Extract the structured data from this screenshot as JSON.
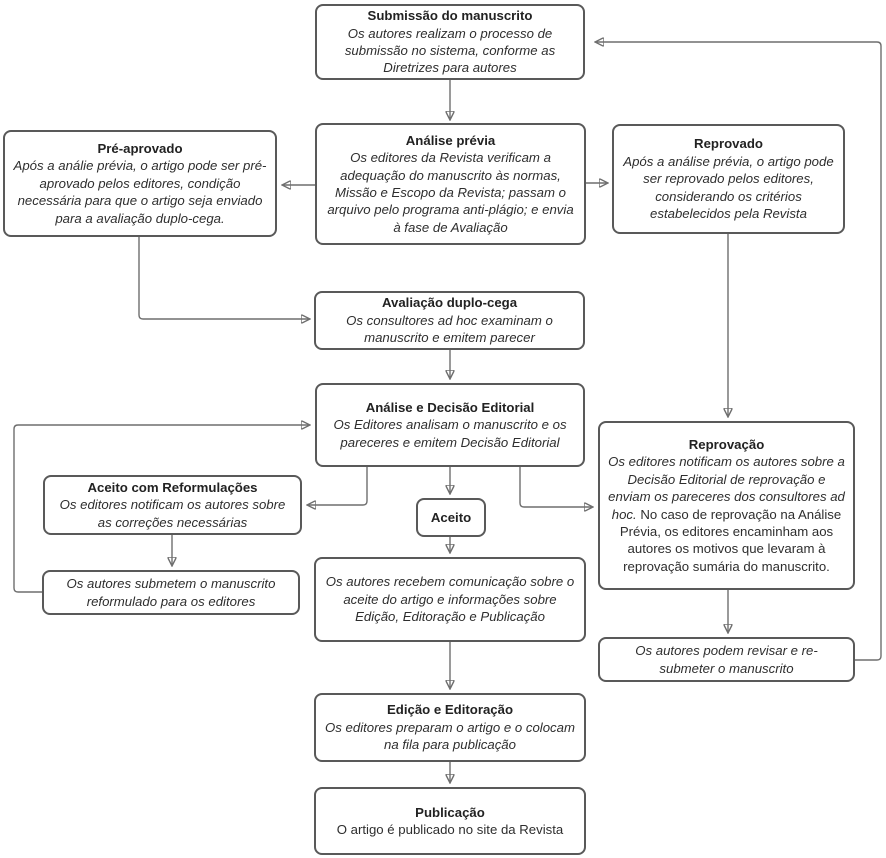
{
  "diagram": {
    "type": "flowchart",
    "language": "pt-BR",
    "colors": {
      "box_border": "#595959",
      "box_fill": "#ffffff",
      "connector": "#6e6e6e",
      "arrowhead": "#4d4d4d",
      "title_text": "#222222",
      "body_text": "#2e2e2e"
    },
    "nodes": {
      "submissao": {
        "title": "Submissão do manuscrito",
        "body": "Os autores realizam o processo de submissão no sistema, conforme as Diretrizes para autores"
      },
      "pre_aprovado": {
        "title": "Pré-aprovado",
        "body": "Após a análie prévia, o artigo pode ser pré-aprovado pelos editores, condição necessária para que o artigo seja enviado para a avaliação duplo-cega."
      },
      "analise_previa": {
        "title": "Análise prévia",
        "body": "Os editores da Revista verificam a adequação do manuscrito às normas, Missão e Escopo da Revista; passam o arquivo pelo programa anti-plágio; e envia à fase de Avaliação"
      },
      "reprovado": {
        "title": "Reprovado",
        "body": "Após a análise prévia, o artigo pode ser reprovado pelos editores, considerando os critérios estabelecidos pela Revista"
      },
      "avaliacao_duplo_cega": {
        "title": "Avaliação duplo-cega",
        "body": "Os consultores ad hoc examinam o manuscrito e emitem parecer"
      },
      "analise_decisao_editorial": {
        "title": "Análise e Decisão Editorial",
        "body": "Os Editores analisam o manuscrito e os pareceres e emitem Decisão Editorial"
      },
      "aceito_com_reformulacoes": {
        "title": "Aceito com Reformulações",
        "body": "Os editores notificam os autores sobre as correções necessárias"
      },
      "aceito": {
        "title": "Aceito"
      },
      "reprovacao": {
        "title": "Reprovação",
        "body_italic": "Os editores notificam os autores sobre a Decisão Editorial de reprovação e enviam os pareceres dos consultores ad hoc.",
        "body_regular": " No caso de reprovação na Análise Prévia, os editores encaminham aos autores os motivos que levaram à reprovação sumária do manuscrito."
      },
      "submetem_reformulado": {
        "body": "Os autores submetem o manuscrito reformulado para os editores"
      },
      "recebem_comunicacao": {
        "body": "Os autores recebem comunicação sobre o aceite do artigo e informações sobre Edição, Editoração e Publicação"
      },
      "revisar_resubmeter": {
        "body": "Os autores podem revisar e re-submeter o manuscrito"
      },
      "edicao_editoracao": {
        "title": "Edição e Editoração",
        "body": "Os editores preparam o artigo e o colocam na fila para publicação"
      },
      "publicacao": {
        "title": "Publicação",
        "body": "O artigo é publicado no site da Revista"
      }
    }
  }
}
